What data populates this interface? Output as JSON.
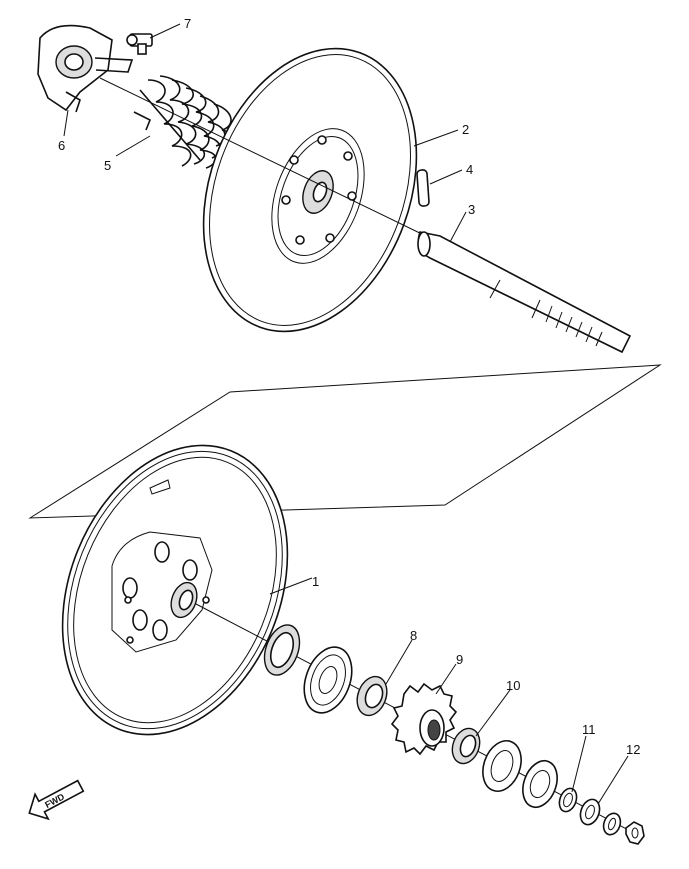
{
  "callouts": [
    {
      "id": "1",
      "label": "1"
    },
    {
      "id": "2",
      "label": "2"
    },
    {
      "id": "3",
      "label": "3"
    },
    {
      "id": "4",
      "label": "4"
    },
    {
      "id": "5",
      "label": "5"
    },
    {
      "id": "6",
      "label": "6"
    },
    {
      "id": "7",
      "label": "7"
    },
    {
      "id": "8",
      "label": "8"
    },
    {
      "id": "9",
      "label": "9"
    },
    {
      "id": "10",
      "label": "10"
    },
    {
      "id": "11",
      "label": "11"
    },
    {
      "id": "12",
      "label": "12"
    }
  ],
  "fwd_label": "FWD"
}
